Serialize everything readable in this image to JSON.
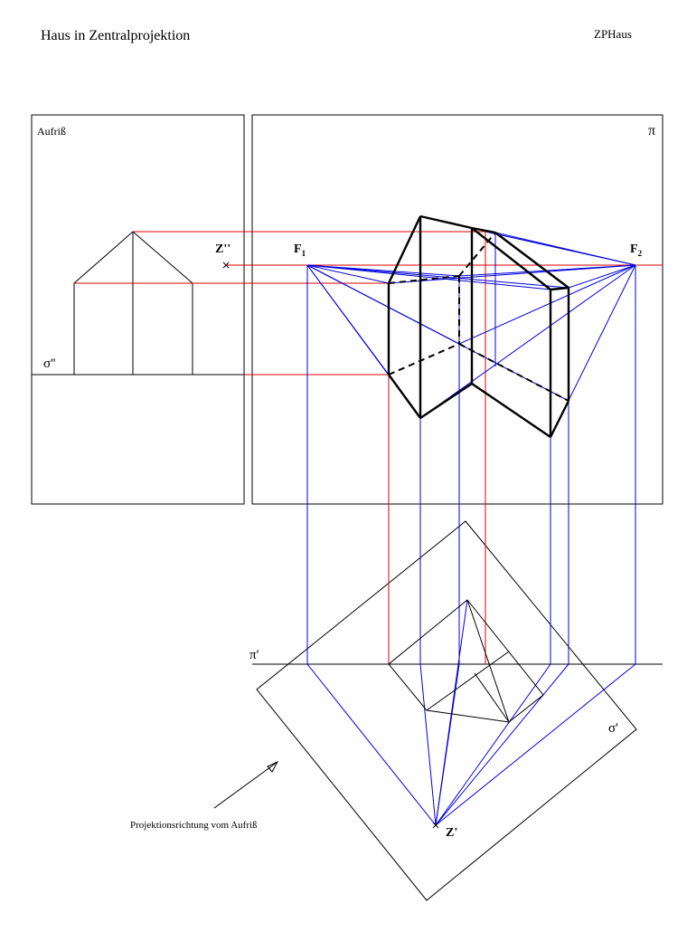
{
  "title": "Haus in Zentralprojektion",
  "code": "ZPHaus",
  "labels": {
    "aufriss": "Aufriß",
    "pi": "π",
    "pi_prime": "π'",
    "sigma_double": "σ''",
    "sigma_prime": "σ'",
    "z_double": "Z''",
    "z_prime": "Z'",
    "f": "F",
    "f1_sub": "1",
    "f2_sub": "2",
    "projection_direction": "Projektionsrichtung vom Aufriß"
  },
  "colors": {
    "ink": "#000000",
    "red": "#e00000",
    "blue": "#0000e0"
  }
}
